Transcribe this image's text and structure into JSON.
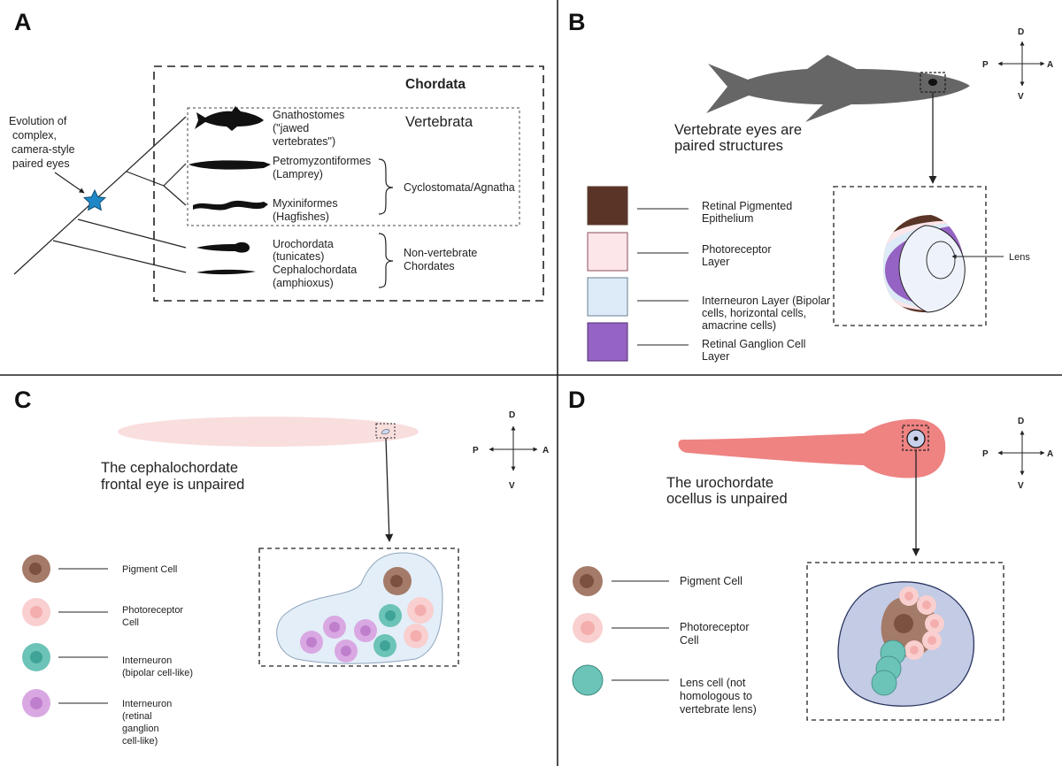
{
  "panels": {
    "a": {
      "letter": "A",
      "chordata": "Chordata",
      "vertebrata": "Vertebrata",
      "evolution": [
        "Evolution of",
        "complex,",
        "camera-style",
        "paired eyes"
      ],
      "taxa": {
        "gnathostomes": [
          "Gnathostomes",
          "(\"jawed",
          "vertebrates\")"
        ],
        "lamprey": [
          "Petromyzontiformes",
          "(Lamprey)"
        ],
        "hagfish": [
          "Myxiniformes",
          "(Hagfishes)"
        ],
        "urochordata": [
          "Urochordata",
          "(tunicates)"
        ],
        "cephalochordata": [
          "Cephalochordata",
          "(amphioxus)"
        ]
      },
      "cyclostomata": "Cyclostomata/Agnatha",
      "nonvertebrate": [
        "Non-vertebrate",
        "Chordates"
      ]
    },
    "b": {
      "letter": "B",
      "caption": [
        "Vertebrate eyes are",
        "paired structures"
      ],
      "axes": {
        "d": "D",
        "v": "V",
        "p": "P",
        "a": "A"
      },
      "lens": "Lens",
      "legend": [
        {
          "color": "#5a3426",
          "text": [
            "Retinal Pigmented",
            "Epithelium"
          ]
        },
        {
          "color": "#fde6ea",
          "text": [
            "Photoreceptor",
            "Layer"
          ]
        },
        {
          "color": "#dcebf7",
          "text": [
            "Interneuron Layer (Bipolar",
            "cells, horizontal cells,",
            "amacrine cells)"
          ]
        },
        {
          "color": "#9563c3",
          "text": [
            "Retinal Ganglion Cell",
            "Layer"
          ]
        }
      ]
    },
    "c": {
      "letter": "C",
      "caption": [
        "The cephalochordate",
        "frontal eye is  unpaired"
      ],
      "axes": {
        "d": "D",
        "v": "V",
        "p": "P",
        "a": "A"
      },
      "legend": [
        {
          "text": [
            "Pigment Cell"
          ]
        },
        {
          "text": [
            "Photoreceptor",
            "Cell"
          ]
        },
        {
          "text": [
            "Interneuron",
            "(bipolar cell-like)"
          ]
        },
        {
          "text": [
            "Interneuron",
            "(retinal",
            "ganglion",
            "cell-like)"
          ]
        }
      ]
    },
    "d": {
      "letter": "D",
      "caption": [
        "The urochordate",
        "ocellus is unpaired"
      ],
      "axes": {
        "d": "D",
        "v": "V",
        "p": "P",
        "a": "A"
      },
      "legend": [
        {
          "text": [
            "Pigment Cell"
          ]
        },
        {
          "text": [
            "Photoreceptor",
            "Cell"
          ]
        },
        {
          "text": [
            "Lens cell (not",
            "homologous to",
            "vertebrate lens)"
          ]
        }
      ]
    }
  },
  "colors": {
    "pigment": "#a47a68",
    "pigment_core": "#7d5140",
    "photoreceptor": "#f9cfcf",
    "photoreceptor_core": "#f4aeae",
    "interneuron_bipolar": "#6cc3b7",
    "interneuron_bipolar_core": "#3fa398",
    "interneuron_ganglion": "#d9a8e2",
    "interneuron_ganglion_core": "#bf7fcd",
    "lens_cell": "#6cc3b7",
    "star": "#1e88c7",
    "shark": "#666666",
    "amphioxus": "#f9dede",
    "tunicate": "#ee8382",
    "cell_region_c": "#e3eef8",
    "cell_region_d": "#c3cbe5"
  }
}
